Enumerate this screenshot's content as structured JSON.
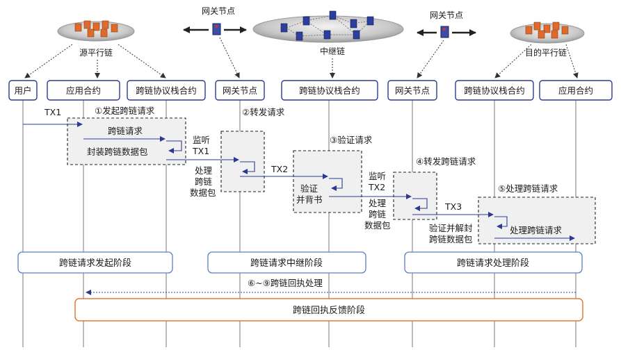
{
  "top": {
    "source_chain": "源平行链",
    "relay_chain": "中继链",
    "dest_chain": "目的平行链",
    "gateway_left": "网关节点",
    "gateway_right": "网关节点"
  },
  "participants": [
    "用户",
    "应用合约",
    "跨链协议栈合约",
    "网关节点",
    "跨链协议栈合约",
    "网关节点",
    "跨链协议栈合约",
    "应用合约"
  ],
  "steps": {
    "s1": "①发起跨链请求",
    "s2": "②转发请求",
    "s3": "③验证请求",
    "s4": "④转发跨链请求",
    "s5": "⑤处理跨链请求",
    "s6": "⑥~⑨跨链回执处理"
  },
  "messages": {
    "tx1": "TX1",
    "tx2": "TX2",
    "tx3": "TX3",
    "cross_request": "跨链请求",
    "pack_packet": "封装跨链数据包",
    "listen1": "监听",
    "listen1_tx": "TX1",
    "handle_a1": "处理",
    "handle_a2": "跨链",
    "handle_a3": "数据包",
    "verify1": "验证",
    "verify2": "并背书",
    "listen2": "监听",
    "listen2_tx": "TX2",
    "handle_b1": "处理",
    "handle_b2": "跨链",
    "handle_b3": "数据包",
    "verify_unpack1": "验证并解封",
    "verify_unpack2": "跨链数据包",
    "process_request": "处理跨链请求"
  },
  "phases": {
    "p1": "跨链请求发起阶段",
    "p2": "跨链请求中继阶段",
    "p3": "跨链请求处理阶段",
    "p4": "跨链回执反馈阶段"
  },
  "colors": {
    "arrow": "#2b3a8f",
    "phase_border": "#5b7fc4",
    "feedback_border": "#e07b39",
    "server_orange": "#e06a2c",
    "server_blue": "#2c3f9c"
  }
}
